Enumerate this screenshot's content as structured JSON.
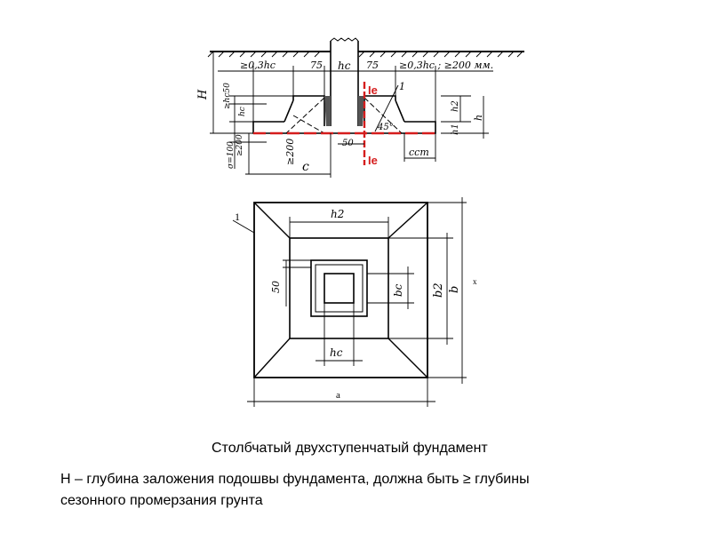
{
  "section": {
    "dim_03hc_left": "≥0,3hc",
    "dim_75_left": "75",
    "dim_hc": "hc",
    "dim_75_right": "75",
    "dim_03hc_right": "≥0,3hc ; ≥200 мм.",
    "dim_H": "H",
    "dim_h_c50": "≥hc50",
    "dim_hc_small": "hc",
    "dim_200_left": "≥200",
    "dim_100_left": "σ=100",
    "dim_200": "≥200",
    "dim_c": "c",
    "dim_50": "50",
    "dim_ccm": "ccm",
    "angle_45": "45°",
    "dim_h2": "h2",
    "dim_h1": "h1",
    "dim_h": "h",
    "marker_1": "1",
    "red_label_top": "Ie",
    "red_label_bottom": "Ie"
  },
  "plan": {
    "marker_1": "1",
    "dim_h2": "h2",
    "dim_50": "50",
    "dim_bc": "bc",
    "dim_b2": "b2",
    "dim_b": "b",
    "dim_hc": "hc",
    "dim_a": "a",
    "dim_x": "x"
  },
  "caption": "Столбчатый двухступенчатый фундамент",
  "description_line1": "Н – глубина заложения подошвы фундамента, должна быть ≥ глубины",
  "description_line2": "сезонного промерзания грунта",
  "colors": {
    "ink": "#000000",
    "red": "#d51d1d",
    "background": "#ffffff"
  }
}
